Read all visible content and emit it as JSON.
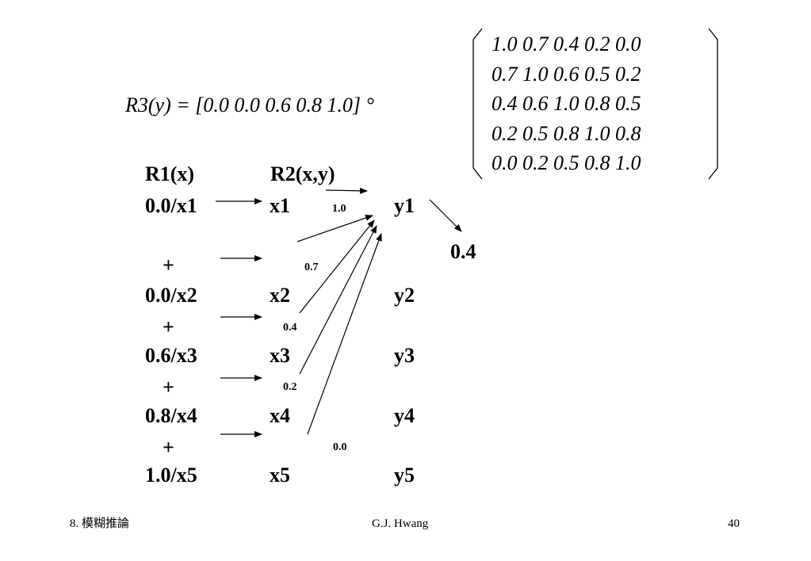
{
  "equation": {
    "text": "R3(y) = [0.0  0.0  0.6  0.8  1.0] °"
  },
  "matrix": [
    "1.0  0.7  0.4  0.2  0.0",
    "0.7  1.0  0.6  0.5  0.2",
    "0.4  0.6  1.0  0.8  0.5",
    "0.2  0.5  0.8  1.0  0.8",
    "0.0  0.2  0.5  0.8  1.0"
  ],
  "headers": {
    "r1": "R1(x)",
    "r2": "R2(x,y)"
  },
  "r1_terms": [
    "0.0/x1",
    "0.0/x2",
    "0.6/x3",
    "0.8/x4",
    "1.0/x5"
  ],
  "plus": "+",
  "x_labels": [
    "x1",
    "x2",
    "x3",
    "x4",
    "x5"
  ],
  "y_labels": [
    "y1",
    "y2",
    "y3",
    "y4",
    "y5"
  ],
  "weights": [
    "1.0",
    "0.7",
    "0.4",
    "0.2",
    "0.0"
  ],
  "result": "0.4",
  "footer": {
    "left": "8. 模糊推論",
    "center": "G.J. Hwang",
    "right": "40"
  }
}
